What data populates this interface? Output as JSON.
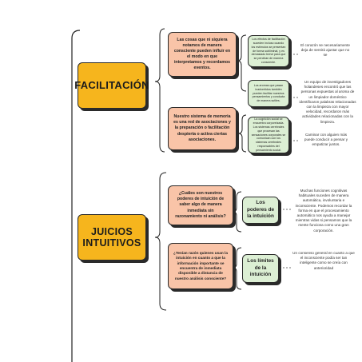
{
  "main_nodes": {
    "facilitacion": "FACILITACIÓN",
    "juicios": "JUICIOS INTUITIVOS"
  },
  "facilitacion": {
    "box1": "Las cosas que ni siquiera notamos de manera consciente pueden influir en el modo en que interpretamos y recordamos eventos.",
    "box2": "Nuestro sistema de memoria es una red de asociaciones y la preparación o facilitación despierta o activa ciertas asociaciones.",
    "green1": "Los efectos de facilitación suceden incluso cuando los estímulos se presentan de forma subliminal, y es demasiado breve para que se perciban de manera consciente.",
    "green2": "Los aromas que pasan inadvertidos también pueden facilitar nuestros pensamientos y conducta de manera sutiles.",
    "green3": "La cognición social se encuentra corporeizada. Los sistemas cerebrales que procesan las sensaciones corporales se comunican con los sistemas cerebrales responsables del pensamiento social.",
    "note1": "El corazón se necesariamente deja de sentirá ajustar que no se",
    "note2": "Un equipo de investigadores holandeses encontró que las personas expuestas al aroma de un limpiador doméstico identificaron palabras relacionadas con la limpieza con mayor velocidad, recordaron más actividades relacionadas con la limpieza.",
    "note3": "Caminar con alguien más puede conducir a pensar y empatizar juntos."
  },
  "juicios": {
    "box1": "¿Cuáles son nuestros poderes de intuición de saber algo de manera inmediata sin razonamiento ni análisis?",
    "box2": "¿Tenían razón quienes usan la intuición en cuanto a que la información importante se encuentra de inmediata disponible a distancia de nuestro análisis consciente?",
    "green1": "Los poderes de la intuición",
    "green2": "Los límites de la intuición",
    "note1": "Muchas funciones cognitivas habituales suceden de manera automática, involuntaria e inconsciente. Podemos recordar la forma en que el procesamiento automático nos ayuda a manejar mientras vidas si pensamos que la mente funciona como una gran corporación.",
    "note2": "Un consenso general en cuanto a que el inconsciente podía ser tan inteligente como se creía con anterioridad"
  }
}
